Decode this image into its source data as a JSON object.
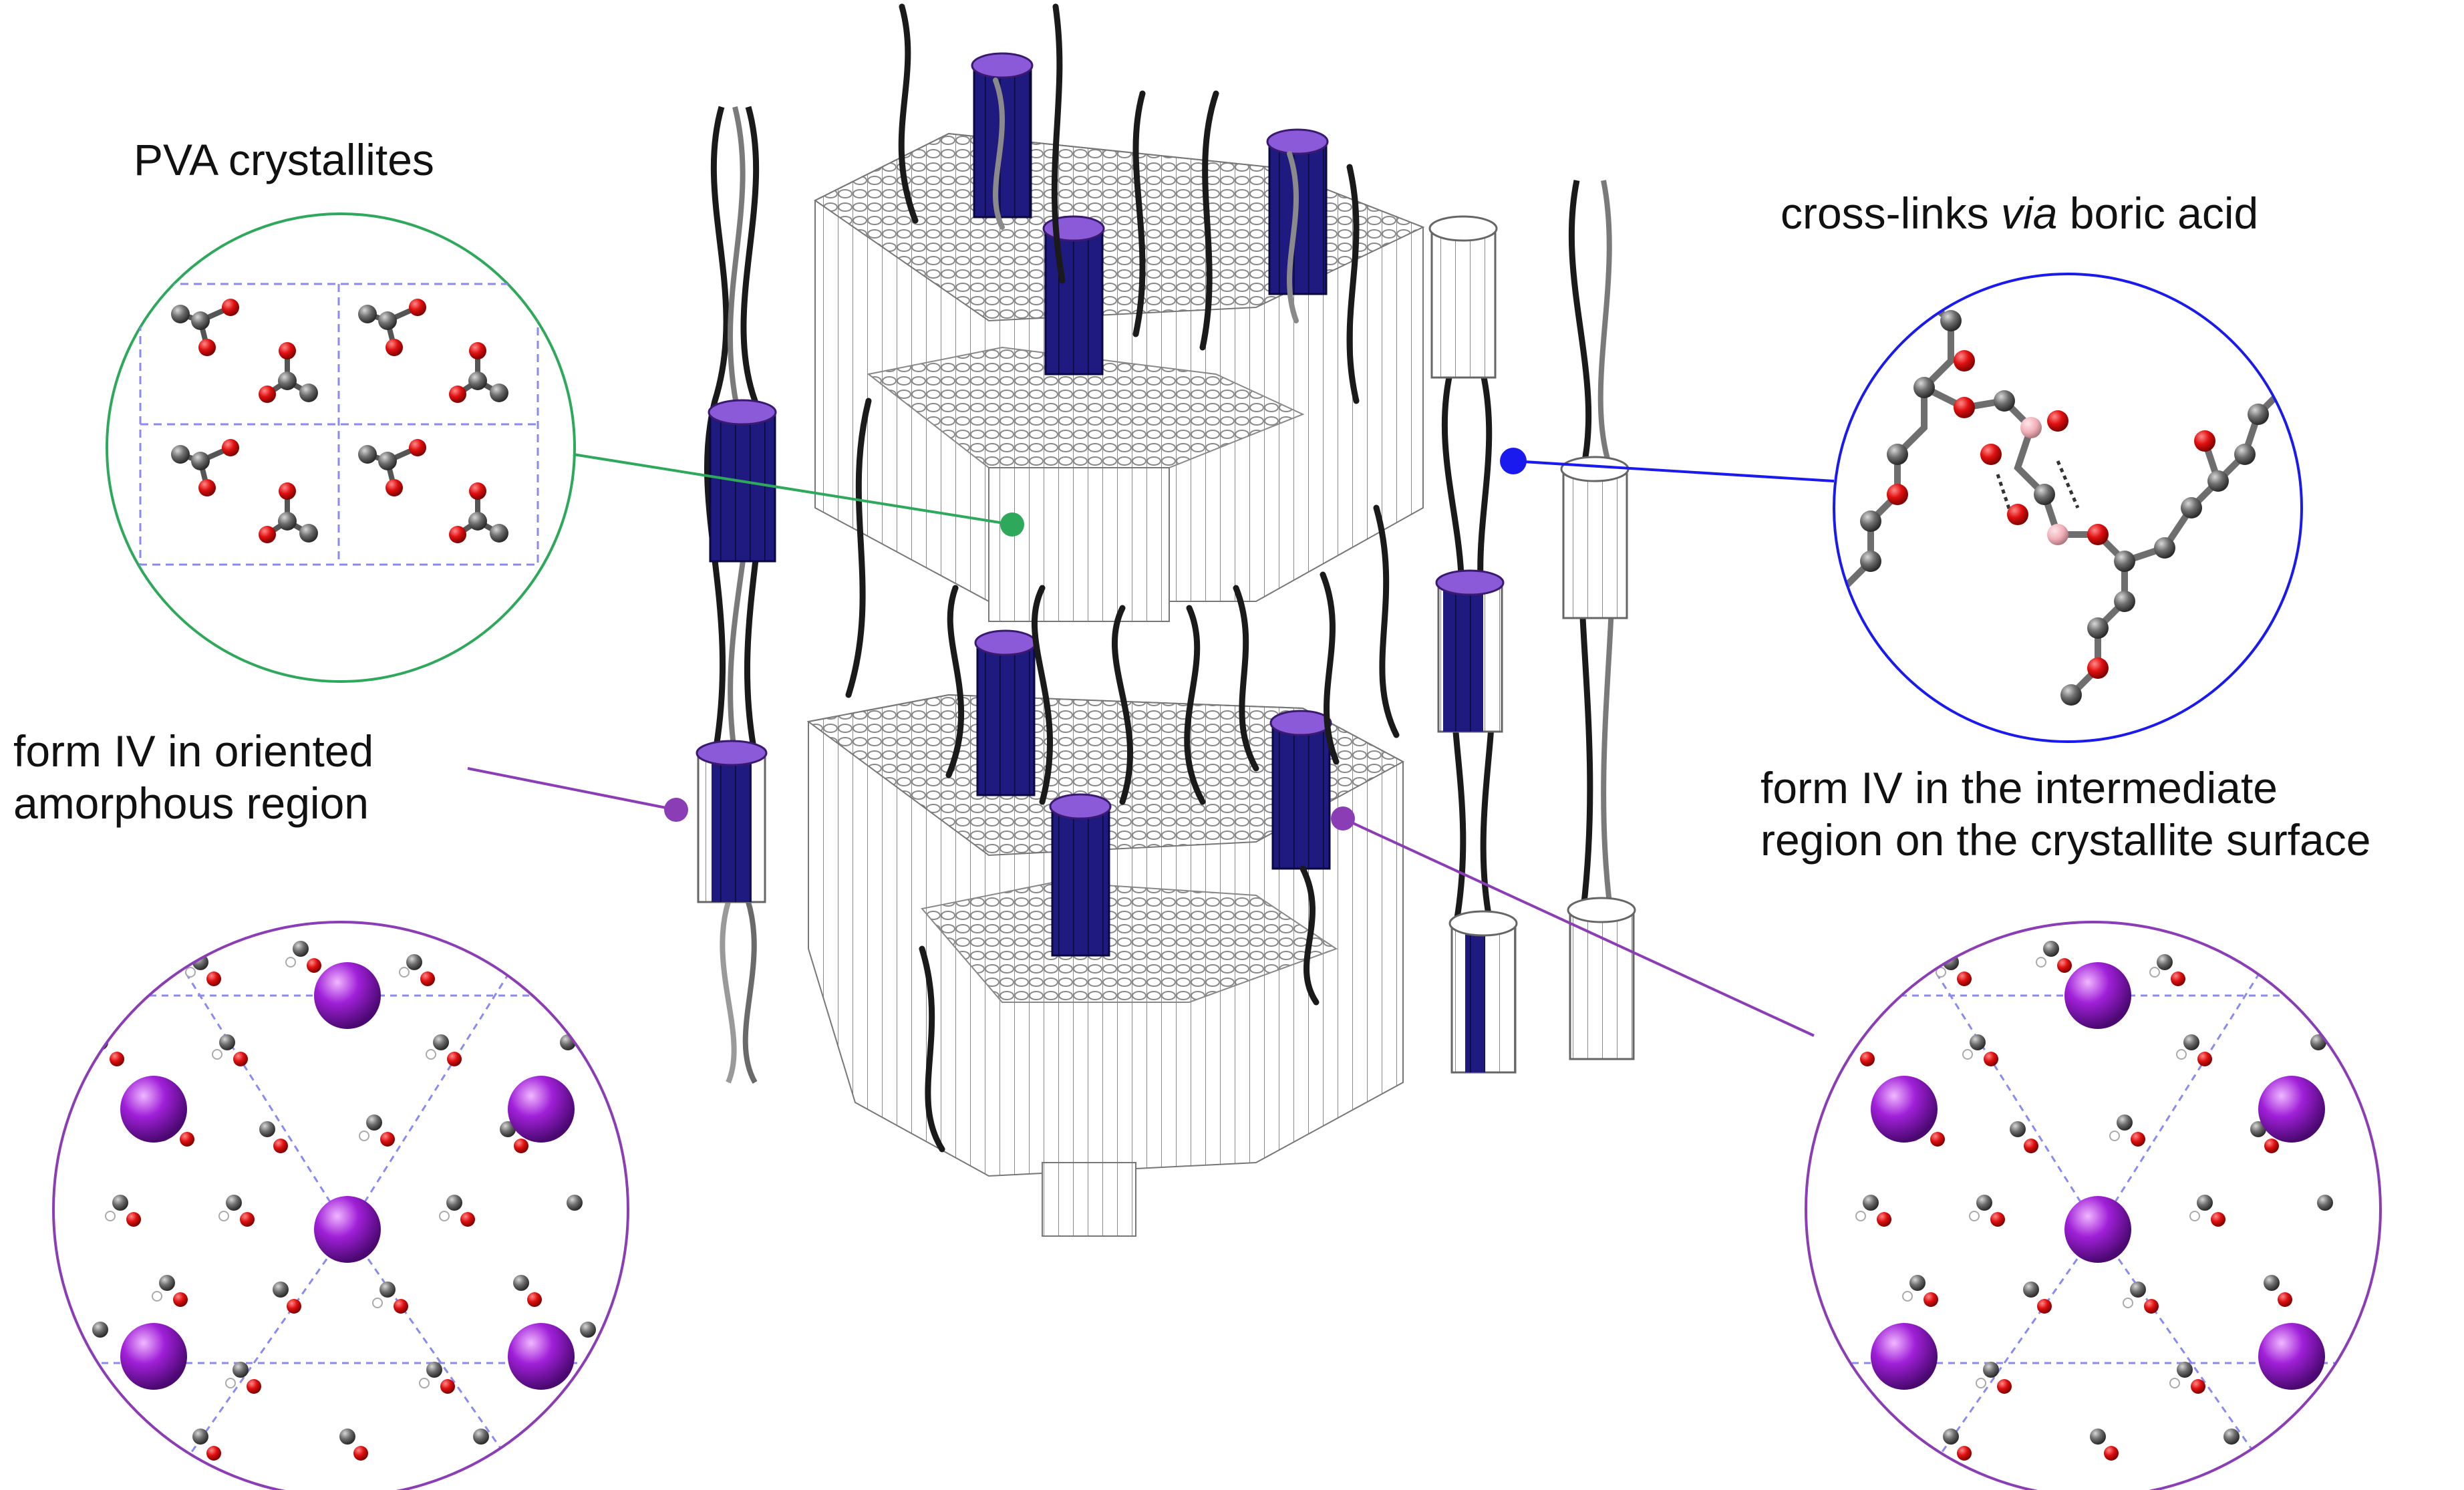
{
  "labels": {
    "pva_crystallites": "PVA crystallites",
    "cross_links_prefix": "cross-links ",
    "cross_links_via": "via",
    "cross_links_suffix": " boric acid",
    "form_iv_oriented_line1": "form IV in oriented",
    "form_iv_oriented_line2": "amorphous region",
    "form_iv_intermediate_line1": "form IV in the intermediate",
    "form_iv_intermediate_line2": "region on the crystallite surface"
  },
  "colors": {
    "crystallite_green": "#2ea85a",
    "crosslink_blue": "#1a1aee",
    "form_iv_purple": "#8a3db5",
    "rod_navy": "#1f1a80",
    "oxygen_red": "#e01010",
    "carbon_gray": "#6e6e6e",
    "boron_pink": "#f0b0b8",
    "iodine_purple": "#a020d8"
  }
}
